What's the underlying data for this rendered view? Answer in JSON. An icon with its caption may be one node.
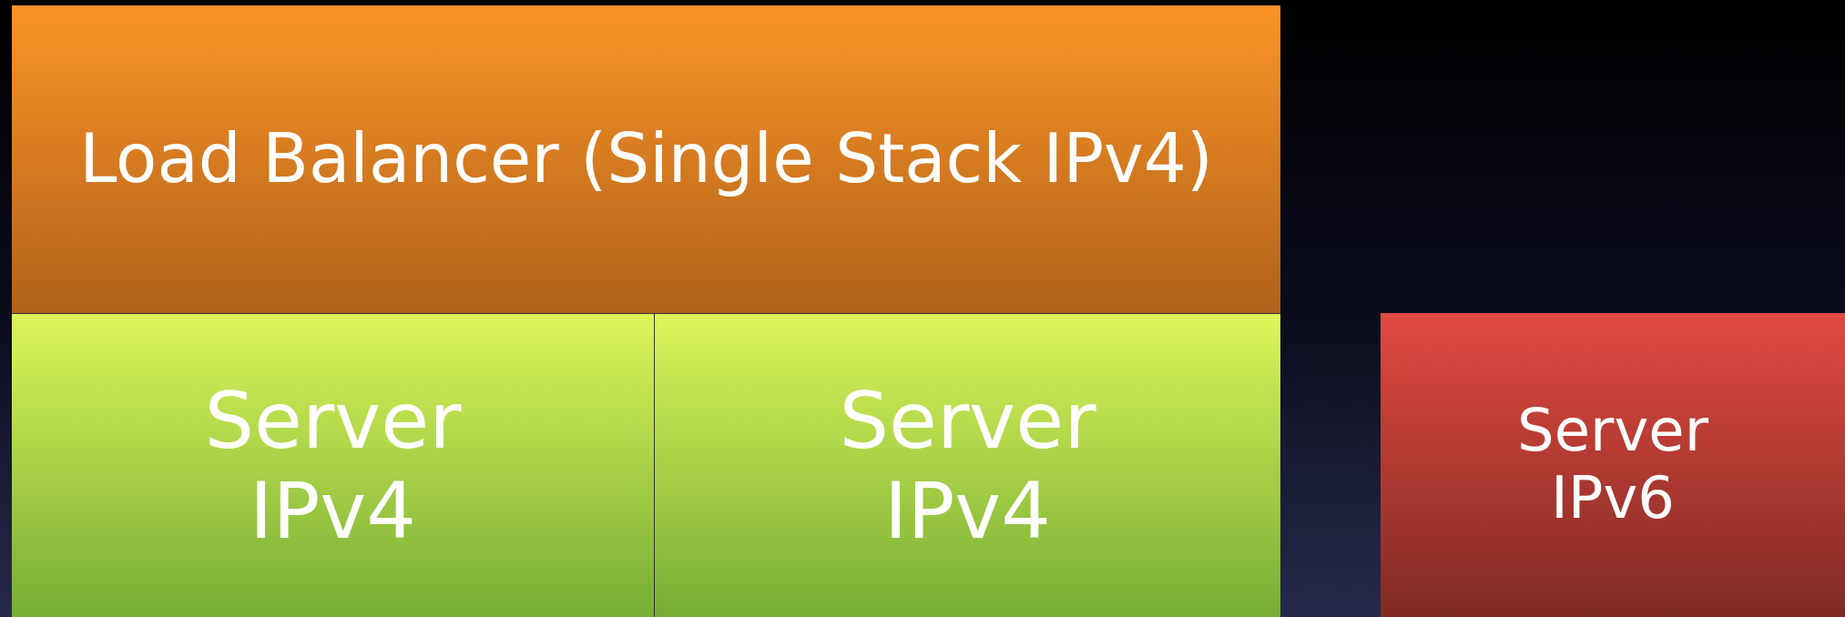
{
  "diagram": {
    "nodes": [
      {
        "text": [
          "Load Balancer (Single Stack IPv4)"
        ]
      },
      {
        "text": [
          "Server IPv4"
        ]
      },
      {
        "text": [
          "Server IPv4"
        ]
      },
      {
        "text": [
          "Server IPv6"
        ]
      }
    ]
  }
}
